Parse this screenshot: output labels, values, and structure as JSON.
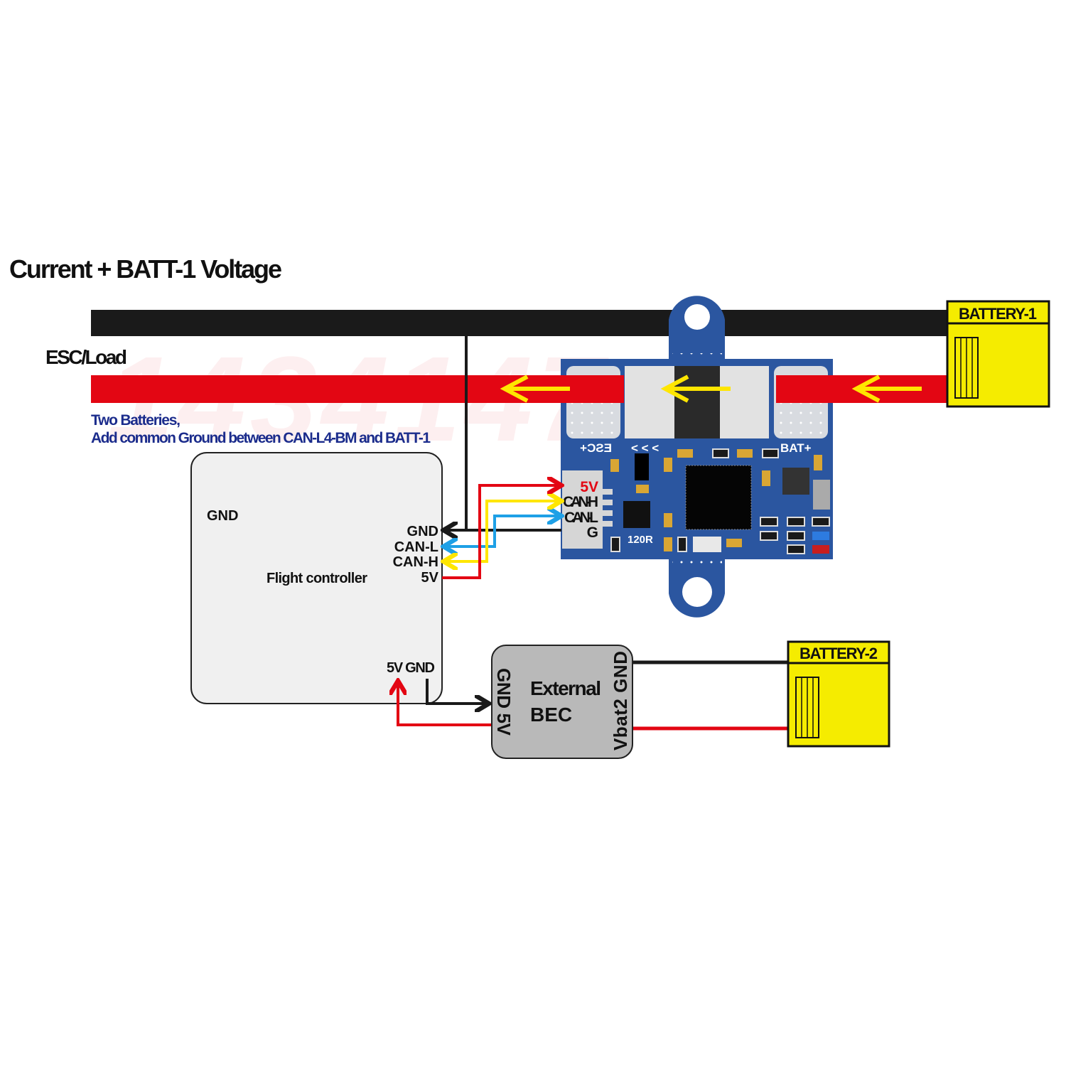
{
  "title": "Current + BATT-1 Voltage",
  "watermark": "1434147",
  "load_label": "ESC/Load",
  "note": {
    "line1": "Two Batteries,",
    "line2": "Add common Ground between CAN-L4-BM and BATT-1"
  },
  "battery1": {
    "label": "BATTERY-1"
  },
  "battery2": {
    "label": "BATTERY-2"
  },
  "flight_controller": {
    "name": "Flight controller",
    "gnd_label": "GND",
    "pins": [
      "GND",
      "CAN-L",
      "CAN-H",
      "5V"
    ],
    "power_pins": "5V GND"
  },
  "board": {
    "esc_label": "ESC+",
    "bat_label": "BAT+",
    "resistor_label": "120R",
    "connector_pins": [
      "5V",
      "CAN-H",
      "CAN-L",
      "G"
    ]
  },
  "bec": {
    "name_line1": "External",
    "name_line2": "BEC",
    "left_pins": "GND 5V",
    "right_pins": "Vbat2 GND"
  },
  "colors": {
    "ground_wire": "#1a1a1a",
    "power_wire": "#e30613",
    "can_h": "#ffe600",
    "can_l": "#1ea0e6",
    "battery": "#f5ec00",
    "board": "#2b56a0",
    "note_text": "#1b2c8c"
  }
}
